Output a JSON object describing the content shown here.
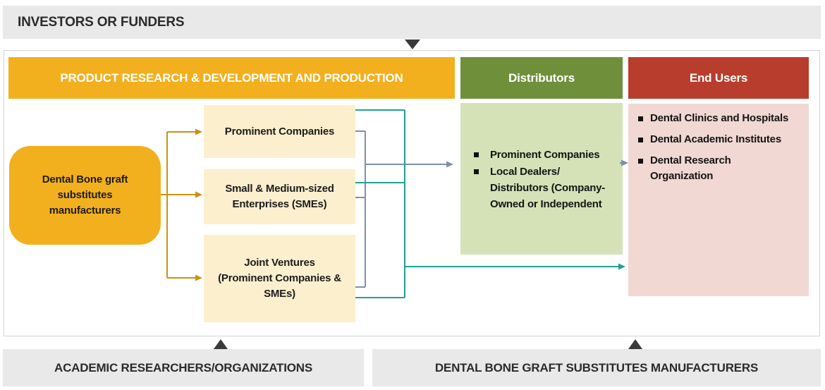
{
  "top_bar": {
    "label": "INVESTORS OR FUNDERS"
  },
  "headers": {
    "rd": "PRODUCT RESEARCH & DEVELOPMENT AND PRODUCTION",
    "distributors": "Distributors",
    "end_users": "End Users"
  },
  "manufacturer_box": {
    "label": "Dental Bone graft\nsubstitutes\nmanufacturers"
  },
  "rd_boxes": [
    {
      "label": "Prominent Companies"
    },
    {
      "label": "Small & Medium-sized\nEnterprises (SMEs)"
    },
    {
      "label": "Joint Ventures\n(Prominent Companies &\nSMEs)"
    }
  ],
  "distributors_box": {
    "items": [
      {
        "text": "Prominent Companies"
      },
      {
        "text": "Local Dealers/\nDistributors (Company-\nOwned or Independent"
      }
    ]
  },
  "end_users_box": {
    "items": [
      {
        "text": "Dental Clinics and Hospitals"
      },
      {
        "text": "Dental Academic Institutes"
      },
      {
        "text": "Dental Research\nOrganization"
      }
    ]
  },
  "bottom_bars": {
    "left": "ACADEMIC RESEARCHERS/ORGANIZATIONS",
    "right": "DENTAL BONE GRAFT SUBSTITUTES MANUFACTURERS"
  },
  "colors": {
    "yellow": "#F2B01E",
    "cream": "#FCEFCE",
    "olive_green": "#6F8F3B",
    "light_green": "#D5E2B8",
    "red": "#B83D2C",
    "light_pink": "#F1D8D3",
    "gray_bar": "#E9E9E9",
    "gold_arrow": "#C8930F",
    "teal_arrow": "#21A095",
    "slate_arrow": "#7E8FA9",
    "triangle": "#3A3A3A"
  }
}
